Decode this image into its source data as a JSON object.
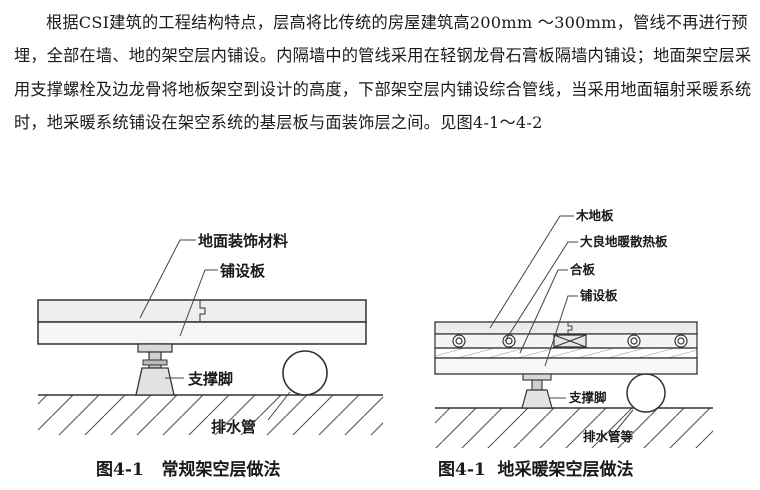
{
  "paragraph": "根据CSI建筑的工程结构特点，层高将比传统的房屋建筑高200mm ～300mm，管线不再进行预埋，全部在墙、地的架空层内铺设。内隔墙中的管线采用在轻钢龙骨石膏板隔墙内铺设；地面架空层采用支撑螺栓及边龙骨将地板架空到设计的高度，下部架空层内铺设综合管线，当采用地面辐射采暖系统时，地采暖系统铺设在架空系统的基层板与面装饰层之间。见图4-1～4-2",
  "figure1": {
    "labels": {
      "surface": "地面装饰材料",
      "board": "铺设板",
      "support": "支撑脚",
      "drain": "排水管"
    },
    "caption": "图4-1   常规架空层做法"
  },
  "figure2": {
    "labels": {
      "wood": "木地板",
      "heat": "大良地暖散热板",
      "ply": "合板",
      "board": "铺设板",
      "support": "支撑脚",
      "drain": "排水管等"
    },
    "caption": "图4-1  地采暖架空层做法"
  }
}
